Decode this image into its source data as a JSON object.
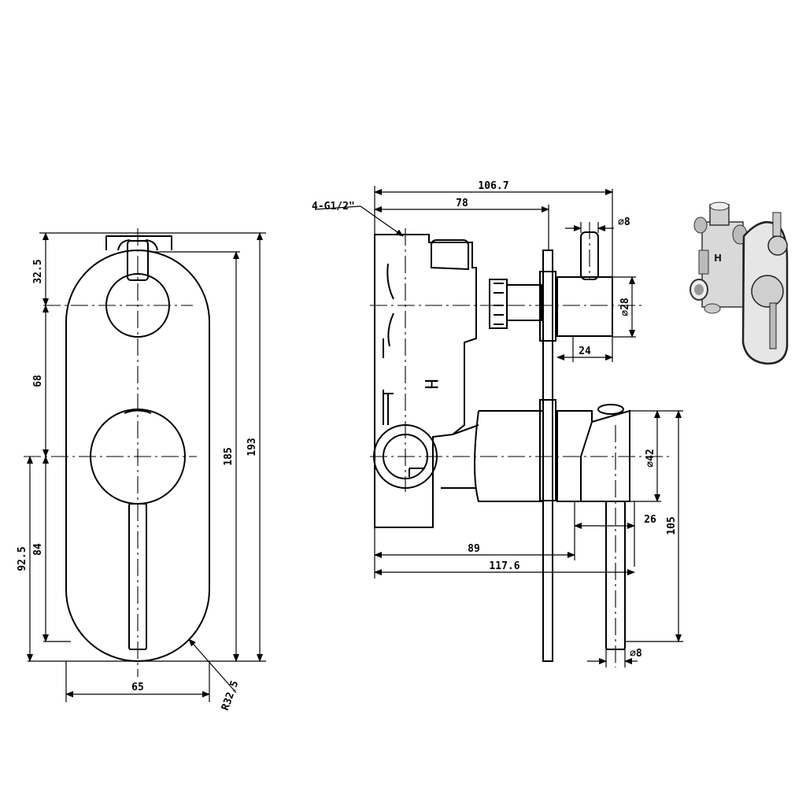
{
  "front_view": {
    "dims": {
      "d32_5": "32.5",
      "d68": "68",
      "d92_5": "92.5",
      "d84": "84",
      "d185": "185",
      "d193": "193",
      "d65": "65",
      "r32_5": "R32.5"
    }
  },
  "side_view": {
    "dims": {
      "thread": "4-G1/2\"",
      "d106_7": "106.7",
      "d78": "78",
      "dia8_top": "⌀8",
      "dia28": "⌀28",
      "d24": "24",
      "dia42": "⌀42",
      "d26": "26",
      "d105": "105",
      "d89": "89",
      "d117_6": "117.6",
      "dia8_bottom": "⌀8"
    },
    "body_mark": "H"
  },
  "thumbnail": {
    "body_mark": "H"
  }
}
